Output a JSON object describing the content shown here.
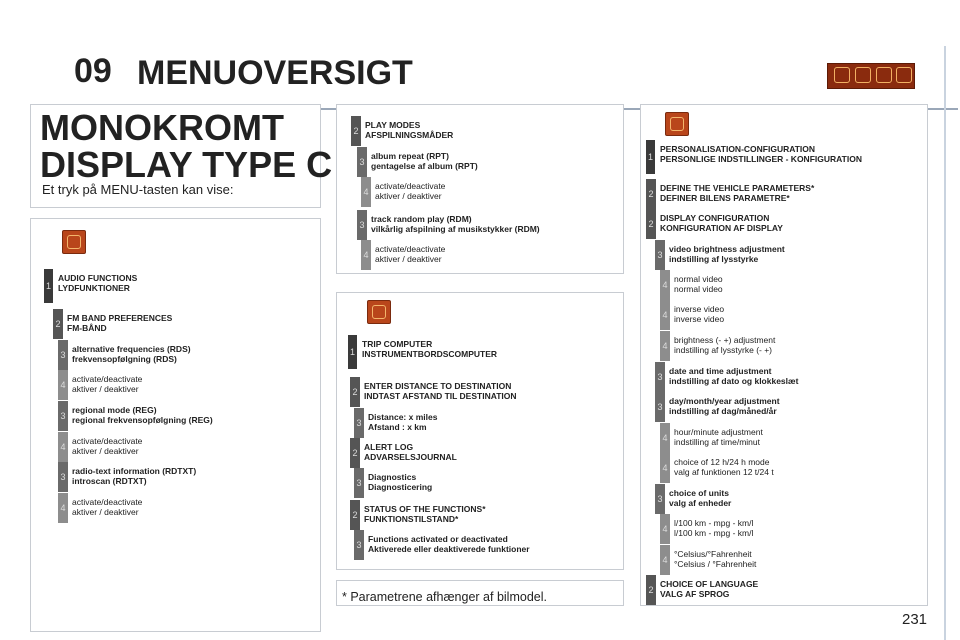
{
  "header": {
    "chapter_number": "09",
    "chapter_title": "MENUOVERSIGT",
    "icon_strip": [
      "audio-icon",
      "phone-icon",
      "tools-icon",
      "fuel-icon"
    ]
  },
  "title": {
    "line1": "MONOKROMT",
    "line2": "DISPLAY TYPE C"
  },
  "intro": "Et tryk på MENU-tasten kan vise:",
  "audio_panel": {
    "icon": "audio-icon",
    "items": [
      {
        "level": "1",
        "lines": [
          "AUDIO FUNCTIONS",
          "LYDFUNKTIONER"
        ],
        "bold": true
      },
      {
        "level": "2",
        "lines": [
          "FM BAND PREFERENCES",
          "FM-BÅND"
        ],
        "bold": true
      },
      {
        "level": "3",
        "lines": [
          "alternative frequencies (RDS)",
          "frekvensopfølgning (RDS)"
        ],
        "bold": true
      },
      {
        "level": "4",
        "lines": [
          "activate/deactivate",
          "aktiver / deaktiver"
        ],
        "bold": false
      },
      {
        "level": "3",
        "lines": [
          "regional mode (REG)",
          "regional frekvensopfølgning (REG)"
        ],
        "bold": true
      },
      {
        "level": "4",
        "lines": [
          "activate/deactivate",
          "aktiver / deaktiver"
        ],
        "bold": false
      },
      {
        "level": "3",
        "lines": [
          "radio-text information (RDTXT)",
          "introscan (RDTXT)"
        ],
        "bold": true
      },
      {
        "level": "4",
        "lines": [
          "activate/deactivate",
          "aktiver / deaktiver"
        ],
        "bold": false
      }
    ]
  },
  "play_panel": {
    "items": [
      {
        "level": "2",
        "lines": [
          "PLAY MODES",
          "AFSPILNINGSMÅDER"
        ],
        "bold": true
      },
      {
        "level": "3",
        "lines": [
          "album repeat (RPT)",
          "gentagelse af album (RPT)"
        ],
        "bold": true
      },
      {
        "level": "4",
        "lines": [
          "activate/deactivate",
          "aktiver / deaktiver"
        ],
        "bold": false
      },
      {
        "level": "3",
        "lines": [
          "track random play (RDM)",
          "vilkårlig afspilning af musikstykker (RDM)"
        ],
        "bold": true
      },
      {
        "level": "4",
        "lines": [
          "activate/deactivate",
          "aktiver / deaktiver"
        ],
        "bold": false
      }
    ]
  },
  "trip_panel": {
    "icon": "fuel-icon",
    "items": [
      {
        "level": "1",
        "lines": [
          "TRIP COMPUTER",
          "INSTRUMENTBORDSCOMPUTER"
        ],
        "bold": true
      },
      {
        "level": "2",
        "lines": [
          "ENTER DISTANCE TO DESTINATION",
          "INDTAST AFSTAND TIL DESTINATION"
        ],
        "bold": true
      },
      {
        "level": "3",
        "lines": [
          "Distance: x miles",
          "Afstand : x km"
        ],
        "bold": true
      },
      {
        "level": "2",
        "lines": [
          "ALERT LOG",
          "ADVARSELSJOURNAL"
        ],
        "bold": true
      },
      {
        "level": "3",
        "lines": [
          "Diagnostics",
          "Diagnosticering"
        ],
        "bold": true
      },
      {
        "level": "2",
        "lines": [
          "STATUS OF THE FUNCTIONS*",
          "FUNKTIONSTILSTAND*"
        ],
        "bold": true
      },
      {
        "level": "3",
        "lines": [
          "Functions activated or deactivated",
          "Aktiverede eller deaktiverede funktioner"
        ],
        "bold": true
      }
    ]
  },
  "footnote": "* Parametrene afhænger af bilmodel.",
  "settings_panel": {
    "icon": "tools-icon",
    "items": [
      {
        "level": "1",
        "lines": [
          "PERSONALISATION-CONFIGURATION",
          "PERSONLIGE INDSTILLINGER - KONFIGURATION"
        ],
        "bold": true
      },
      {
        "level": "2",
        "lines": [
          "DEFINE THE VEHICLE PARAMETERS*",
          "DEFINER BILENS PARAMETRE*"
        ],
        "bold": true
      },
      {
        "level": "2",
        "lines": [
          "DISPLAY CONFIGURATION",
          "KONFIGURATION AF DISPLAY"
        ],
        "bold": true
      },
      {
        "level": "3",
        "lines": [
          "video brightness adjustment",
          "indstilling af lysstyrke"
        ],
        "bold": true
      },
      {
        "level": "4",
        "lines": [
          "normal video",
          "normal video"
        ],
        "bold": false
      },
      {
        "level": "4",
        "lines": [
          "inverse video",
          "inverse video"
        ],
        "bold": false
      },
      {
        "level": "4",
        "lines": [
          "brightness (- +) adjustment",
          "indstilling af lysstyrke (- +)"
        ],
        "bold": false
      },
      {
        "level": "3",
        "lines": [
          "date and time adjustment",
          "indstilling af dato og klokkeslæt"
        ],
        "bold": true
      },
      {
        "level": "3",
        "lines": [
          "day/month/year adjustment",
          "indstilling af dag/måned/år"
        ],
        "bold": true
      },
      {
        "level": "4",
        "lines": [
          "hour/minute adjustment",
          "indstilling af time/minut"
        ],
        "bold": false
      },
      {
        "level": "4",
        "lines": [
          "choice of 12 h/24 h mode",
          "valg af funktionen 12 t/24 t"
        ],
        "bold": false
      },
      {
        "level": "3",
        "lines": [
          "choice of units",
          "valg af enheder"
        ],
        "bold": true
      },
      {
        "level": "4",
        "lines": [
          "l/100 km - mpg - km/l",
          "l/100 km - mpg - km/l"
        ],
        "bold": false
      },
      {
        "level": "4",
        "lines": [
          "°Celsius/°Fahrenheit",
          "°Celsius / °Fahrenheit"
        ],
        "bold": false
      },
      {
        "level": "2",
        "lines": [
          "CHOICE OF LANGUAGE",
          "VALG AF SPROG"
        ],
        "bold": true
      }
    ]
  },
  "page_number": "231"
}
